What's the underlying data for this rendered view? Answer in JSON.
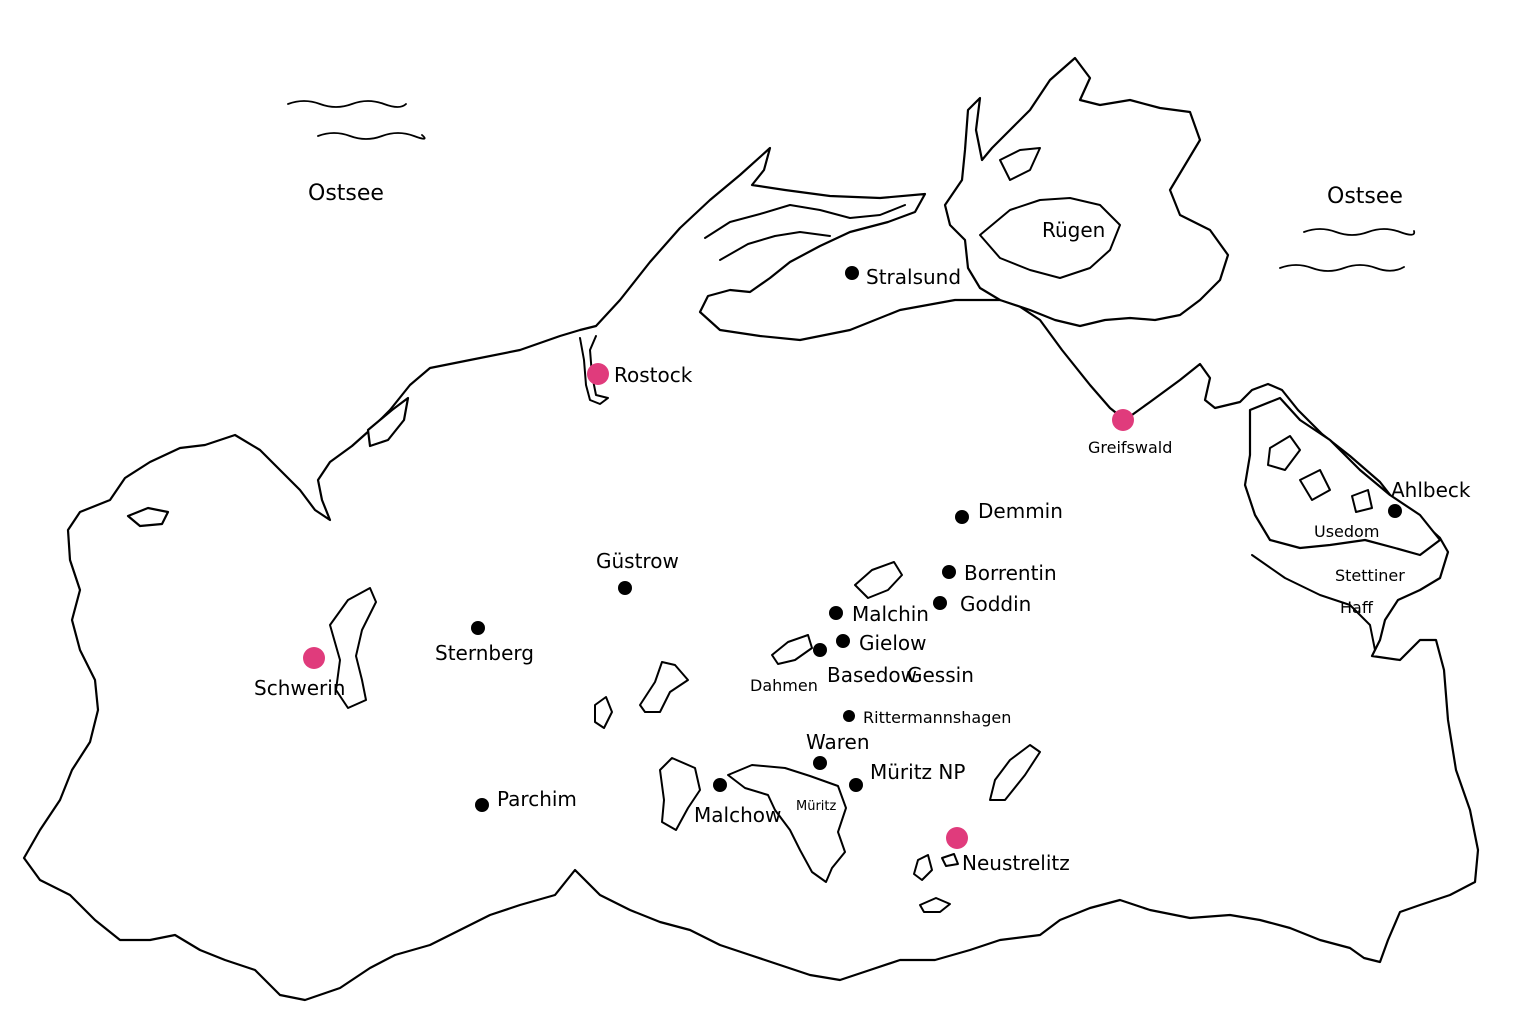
{
  "colors": {
    "major_city": "#e03b7c",
    "town": "#000000",
    "outline": "#000000",
    "background": "#ffffff"
  },
  "seas": {
    "ostsee_west": "Ostsee",
    "ostsee_east": "Ostsee"
  },
  "regions": {
    "ruegen": "Rügen",
    "usedom": "Usedom",
    "stettiner": "Stettiner",
    "haff": "Haff",
    "mueritz": "Müritz"
  },
  "cities": {
    "rostock": "Rostock",
    "schwerin": "Schwerin",
    "greifswald": "Greifswald",
    "neustrelitz": "Neustrelitz"
  },
  "towns": {
    "stralsund": "Stralsund",
    "guestrow": "Güstrow",
    "sternberg": "Sternberg",
    "parchim": "Parchim",
    "demmin": "Demmin",
    "borrentin": "Borrentin",
    "goddin": "Goddin",
    "malchin": "Malchin",
    "gielow": "Gielow",
    "dahmen": "Dahmen",
    "basedow": "Basedow",
    "gessin": "Gessin",
    "rittermannshagen": "Rittermannshagen",
    "waren": "Waren",
    "mueritz_np": "Müritz NP",
    "malchow": "Malchow",
    "ahlbeck": "Ahlbeck"
  }
}
